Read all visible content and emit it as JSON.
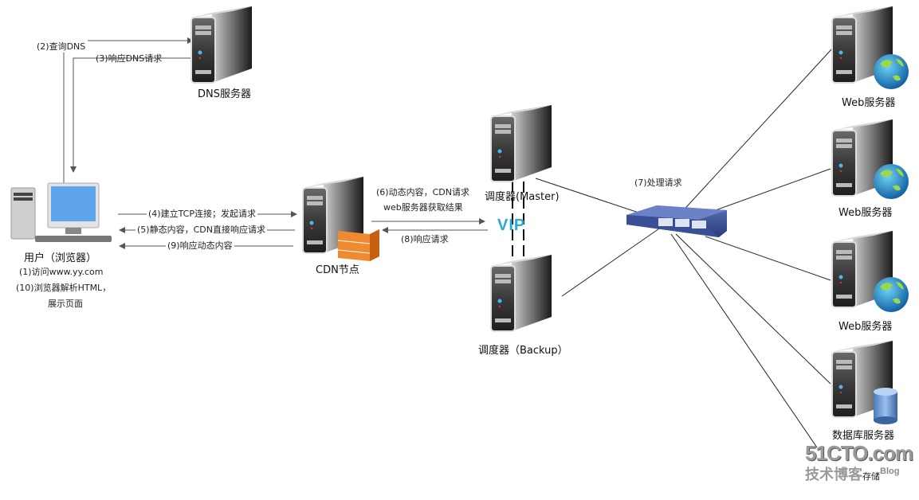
{
  "nodes": {
    "dns_server": {
      "label": "DNS服务器"
    },
    "user": {
      "label": "用户（浏览器）",
      "notes": [
        "(1)访问www.yy.com",
        "(10)浏览器解析HTML，",
        "展示页面"
      ]
    },
    "cdn": {
      "label": "CDN节点"
    },
    "lb_master": {
      "label": "调度器(Master)"
    },
    "lb_backup": {
      "label": "调度器（Backup）"
    },
    "vip": {
      "label": "VIP"
    },
    "switch": {
      "label": "(7)处理请求"
    },
    "web1": {
      "label": "Web服务器"
    },
    "web2": {
      "label": "Web服务器"
    },
    "web3": {
      "label": "Web服务器"
    },
    "db": {
      "label": "数据库服务器"
    },
    "storage": {
      "label": "存储"
    }
  },
  "edges": {
    "step2": "(2)查询DNS",
    "step3": "(3)响应DNS请求",
    "step4": "(4)建立TCP连接；发起请求",
    "step5": "(5)静态内容，CDN直接响应请求",
    "step9": "(9)响应动态内容",
    "step6_line1": "(6)动态内容，CDN请求",
    "step6_line2": "web服务器获取结果",
    "step8": "(8)响应请求"
  },
  "watermark": {
    "main": "51CTO.com",
    "sub": "技术博客",
    "blog": "Blog"
  },
  "colors": {
    "vip": "#29a8d6",
    "switch": "#3b4f8f",
    "line": "#333333"
  }
}
